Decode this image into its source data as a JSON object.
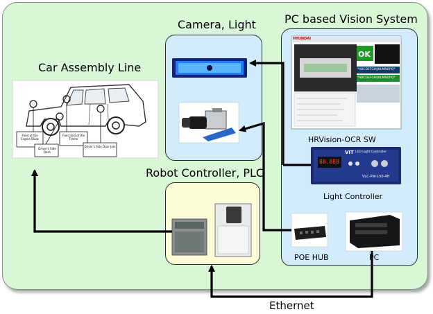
{
  "diagram": {
    "sections": {
      "camera_light": "Camera, Light",
      "pc_vision": "PC based Vision System",
      "car_line": "Car Assembly Line",
      "robot_plc": "Robot Controller, PLC"
    },
    "labels": {
      "sw": "HRVision-OCR SW",
      "light_controller": "Light Controller",
      "poe_hub": "POE HUB",
      "pc": "PC",
      "ethernet": "Ethernet"
    },
    "car_callouts": [
      "Front of the Engine Block",
      "Driver's Side Dash",
      "Front End of the Frame",
      "Driver's Side Door Jam"
    ],
    "screen": {
      "status": "OK",
      "ocr_line_1": "*ABCDEFGHIJKLMNOPQ*",
      "ocr_line_2": "*ABCDEFGHIJKLMNOPQ*",
      "brand": "HYUNDAI"
    },
    "controller": {
      "brand": "VIT",
      "model": "VLC-PW-150-4H",
      "display": "88.888",
      "panel_title": "LED Light Controller"
    }
  },
  "colors": {
    "main_bg": "#d9f7d6",
    "sub_bg": "#d3ecfb",
    "robot_bg": "#fcfcd7",
    "arrow": "#000000"
  }
}
